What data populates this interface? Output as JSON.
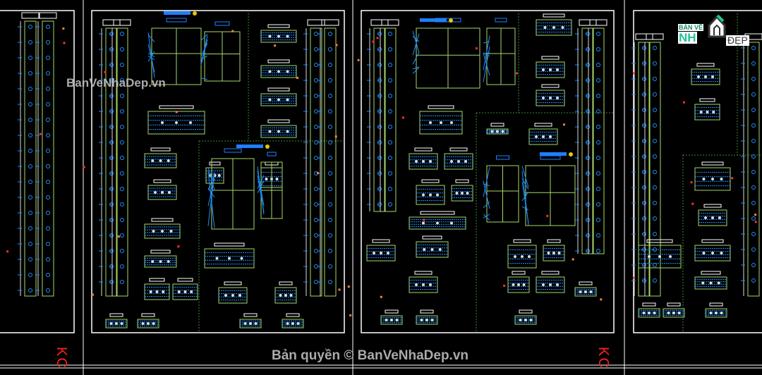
{
  "watermarks": {
    "top": "BanVeNhaDep.vn",
    "bottom": "Bản quyền © BanVeNhaDep.vn"
  },
  "logo": {
    "line1": "BẢN VẼ",
    "line2": "NH",
    "line3": "ĐẸP"
  },
  "sheet_codes": [
    "KC",
    "KC"
  ],
  "colors": {
    "background": "#000000",
    "frame": "#ffffff",
    "steel": "#a6d86a",
    "dims": "#1e90ff",
    "title": "#ffffff",
    "accent": "#ff2020",
    "highlight": "#1f7fff"
  }
}
